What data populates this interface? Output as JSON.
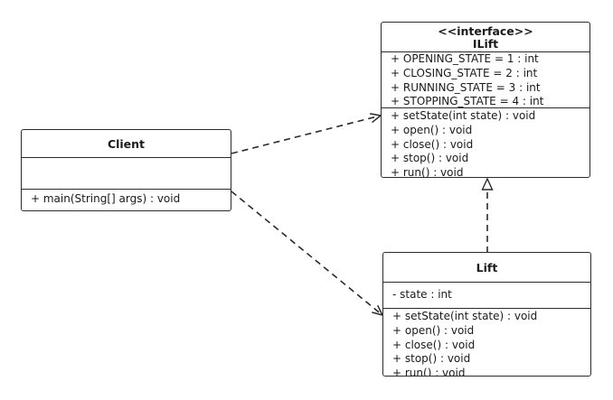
{
  "diagram": {
    "classes": {
      "interface": {
        "stereotype": "<<interface>>",
        "name": "ILift",
        "attributes": [
          "+ OPENING_STATE = 1 : int",
          "+ CLOSING_STATE = 2 : int",
          "+ RUNNING_STATE = 3 : int",
          "+ STOPPING_STATE = 4 : int"
        ],
        "operations": [
          "+ setState(int state) : void",
          "+ open() : void",
          "+ close() : void",
          "+ stop() : void",
          "+ run() : void"
        ]
      },
      "client": {
        "name": "Client",
        "attributes": [],
        "operations": [
          "+ main(String[] args) : void"
        ]
      },
      "lift": {
        "name": "Lift",
        "attributes": [
          "- state : int"
        ],
        "operations": [
          "+ setState(int state) : void",
          "+ open() : void",
          "+ close() : void",
          "+ stop() : void",
          "+ run() : void"
        ]
      }
    },
    "relations": [
      {
        "from": "client",
        "to": "interface",
        "kind": "dependency"
      },
      {
        "from": "client",
        "to": "lift",
        "kind": "dependency"
      },
      {
        "from": "lift",
        "to": "interface",
        "kind": "realization"
      }
    ],
    "colors": {
      "line": "#2b2b2b",
      "background": "#ffffff"
    }
  }
}
